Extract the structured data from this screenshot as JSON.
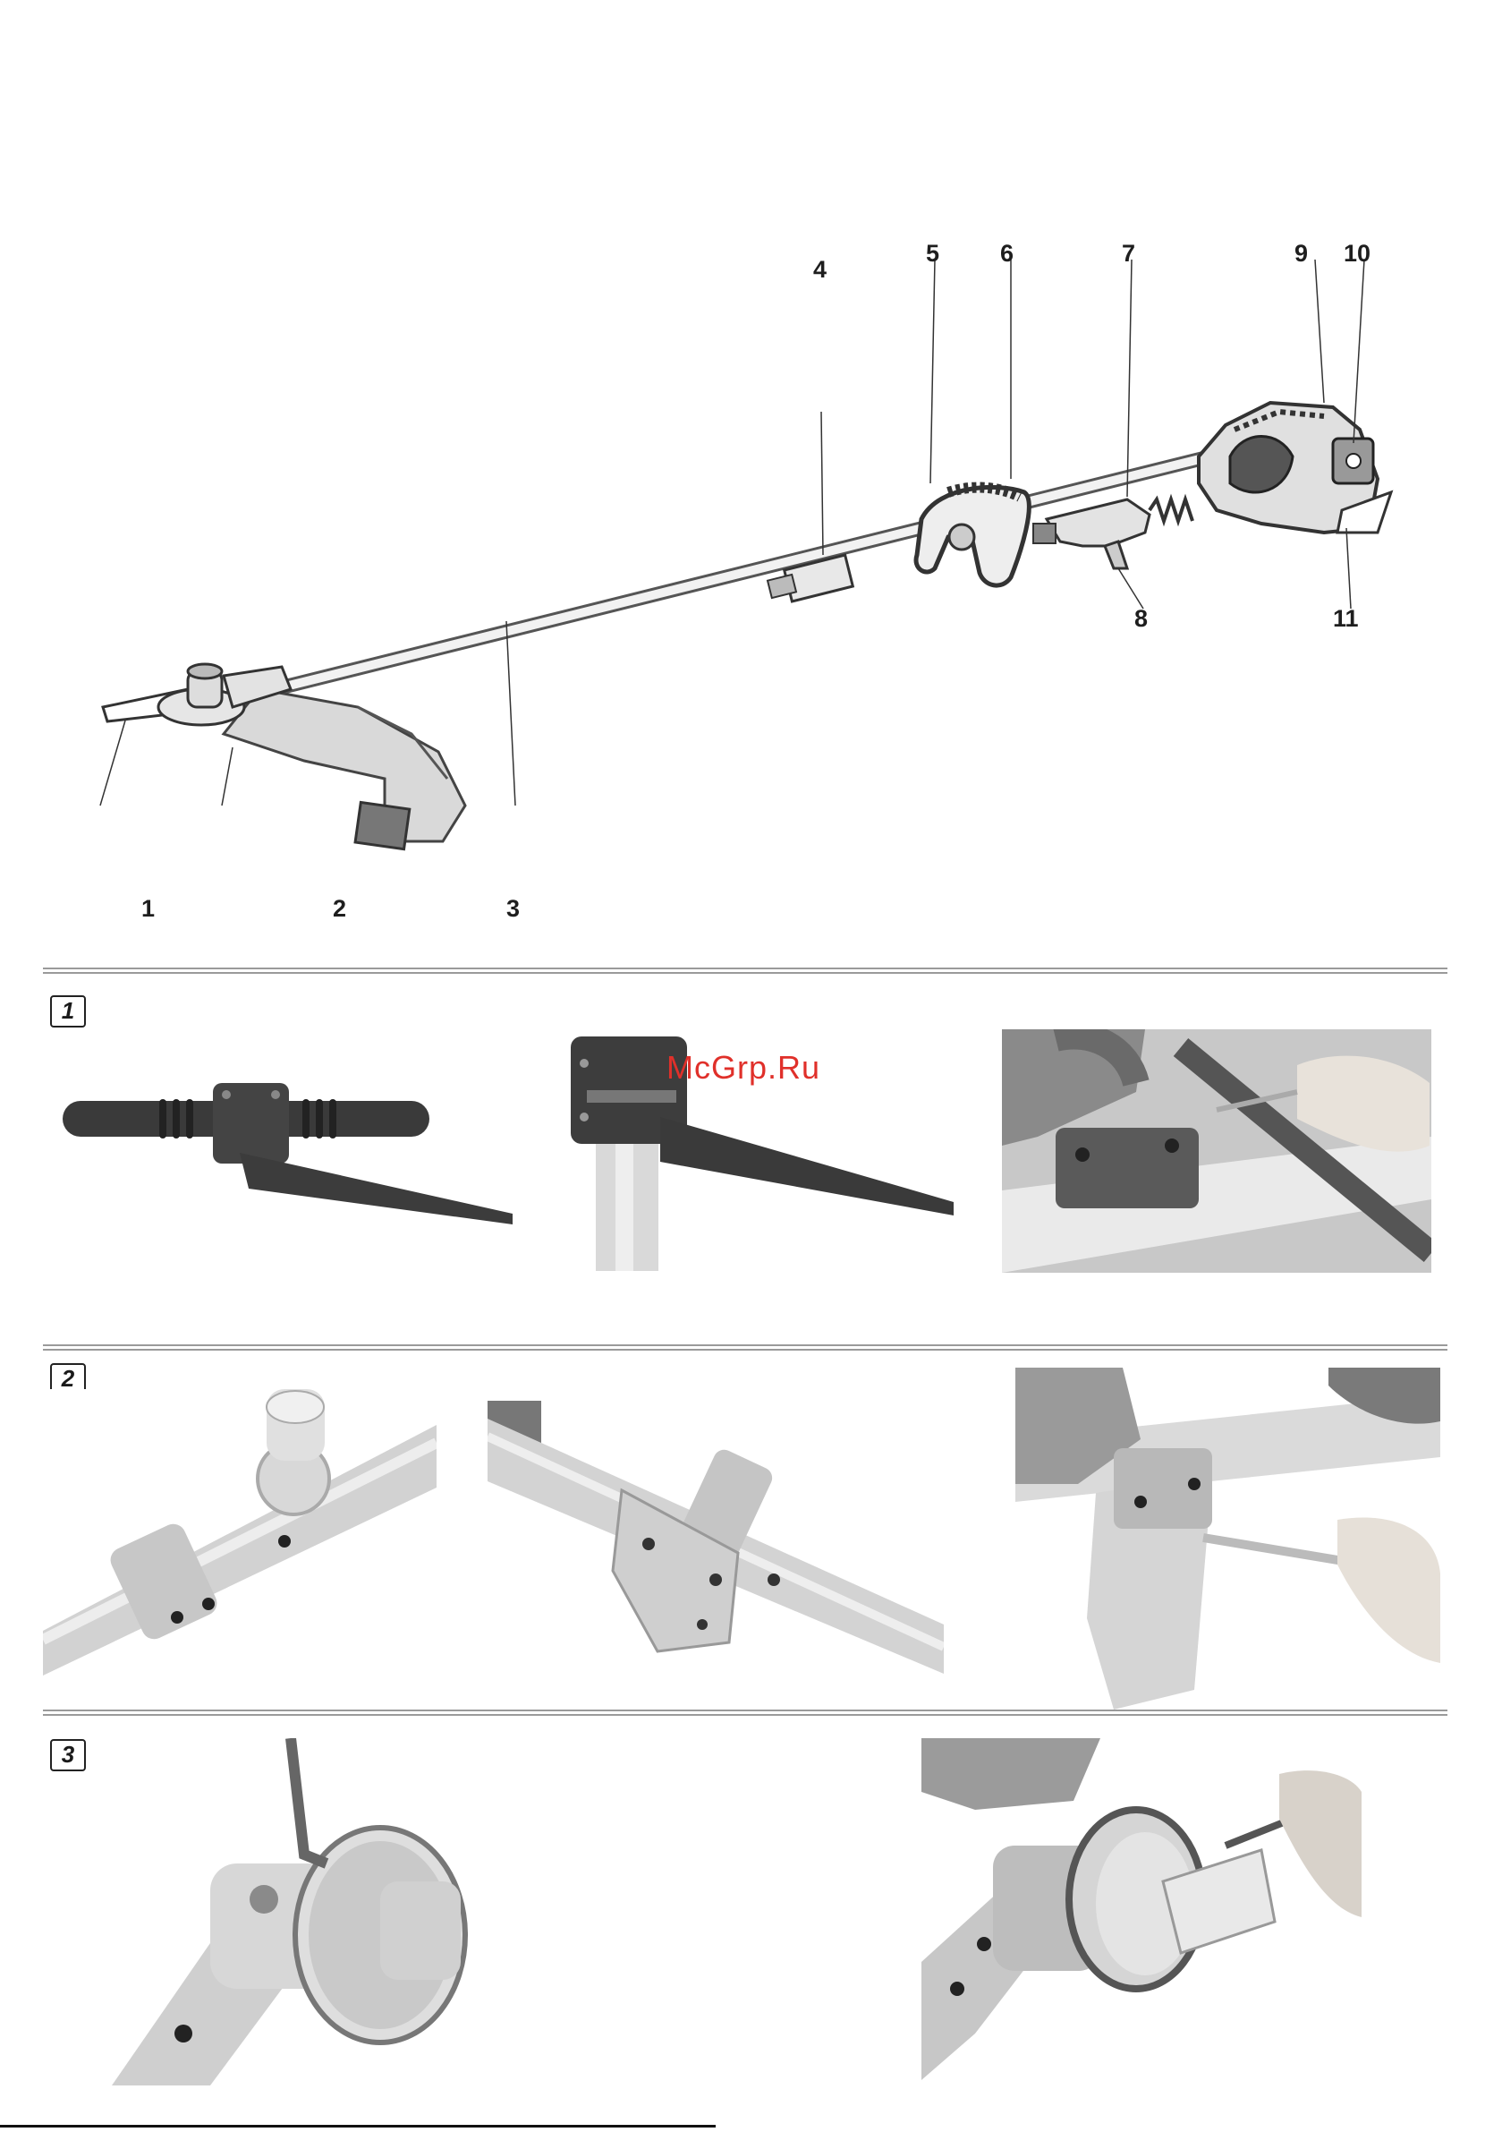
{
  "overview": {
    "callouts": [
      {
        "id": "1",
        "label": "1"
      },
      {
        "id": "2",
        "label": "2"
      },
      {
        "id": "3",
        "label": "3"
      },
      {
        "id": "4",
        "label": "4"
      },
      {
        "id": "5",
        "label": "5"
      },
      {
        "id": "6",
        "label": "6"
      },
      {
        "id": "7",
        "label": "7"
      },
      {
        "id": "8",
        "label": "8"
      },
      {
        "id": "9",
        "label": "9"
      },
      {
        "id": "10",
        "label": "10"
      },
      {
        "id": "11",
        "label": "11"
      }
    ]
  },
  "steps": [
    {
      "number": "1"
    },
    {
      "number": "2"
    },
    {
      "number": "3"
    }
  ],
  "watermark": "McGrp.Ru",
  "colors": {
    "watermark": "#e0302a",
    "rule": "#9a9a9a",
    "ink": "#1a1a1a"
  }
}
